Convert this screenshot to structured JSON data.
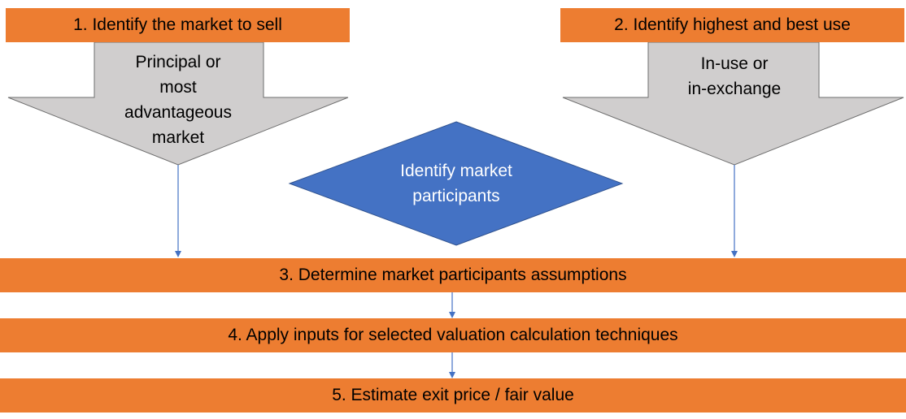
{
  "colors": {
    "orange": "#ed7d31",
    "gray": "#d0cece",
    "gray_stroke": "#6e6e6e",
    "blue": "#4472c4",
    "connector": "#4472c4"
  },
  "steps": {
    "step1": "1. Identify the market to sell",
    "step2": "2. Identify highest and best use",
    "step3": "3. Determine market participants assumptions",
    "step4": "4. Apply inputs for selected valuation calculation techniques",
    "step5": "5. Estimate exit price / fair value"
  },
  "arrows": {
    "left": [
      "Principal or",
      "most",
      "advantageous",
      "market"
    ],
    "right": [
      "In-use or",
      "in-exchange"
    ]
  },
  "diamond": [
    "Identify market",
    "participants"
  ]
}
